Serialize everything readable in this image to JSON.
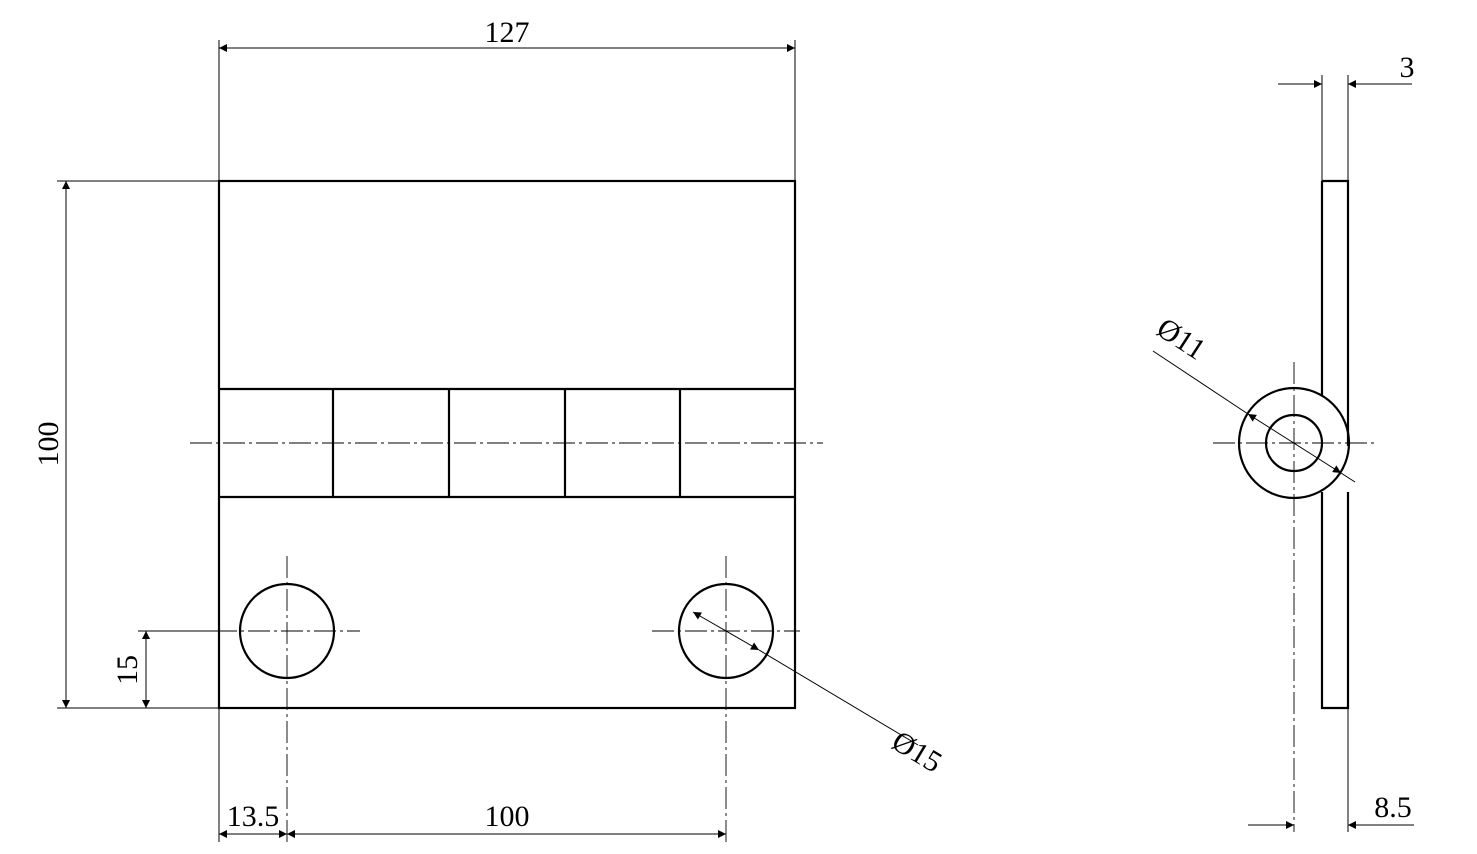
{
  "drawing": {
    "dimensions": {
      "overall_width": "127",
      "overall_height": "100",
      "hole_offset_vertical": "15",
      "hole_offset_horizontal": "13.5",
      "hole_spacing": "100",
      "hole_diameter": "Ø15",
      "pin_diameter": "Ø11",
      "plate_thickness": "3",
      "pin_offset": "8.5"
    }
  }
}
